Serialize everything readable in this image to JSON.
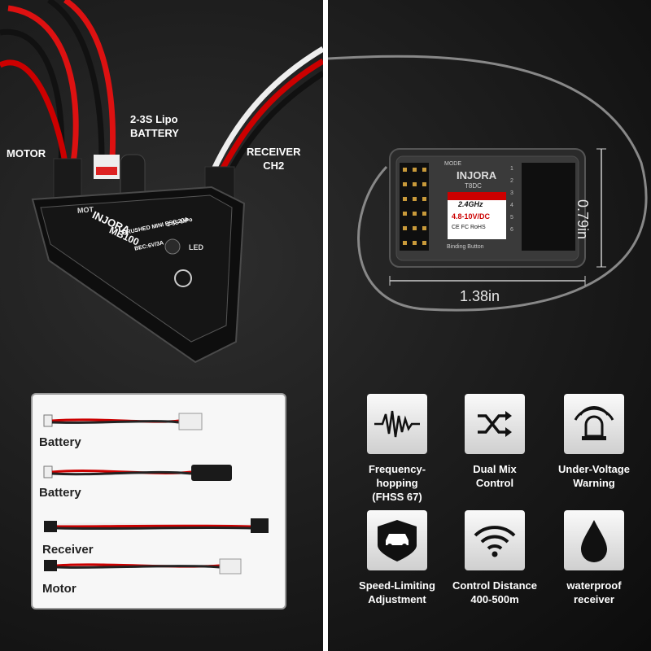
{
  "esc": {
    "motor_label": "MOTOR",
    "battery_label": "2-3S Lipo\nBATTERY",
    "receiver_label": "RECEIVER\nCH2",
    "brand": "INJORA",
    "model": "MB100",
    "desc": "BRUSHED MINI ESC 20A",
    "bec": "BEC:6V/3A",
    "lipo": "2-3S LiPo",
    "led": "LED",
    "mot": "MOT"
  },
  "receiver": {
    "brand": "INJORA",
    "model": "T8DC",
    "freq": "2.4GHz",
    "voltage": "4.8-10V/DC",
    "mode": "MODE",
    "binding": "Binding Button",
    "certs": "CE FC RoHS",
    "channels": [
      "1",
      "2",
      "3",
      "4",
      "5",
      "6"
    ],
    "height": "0.79in",
    "width": "1.38in"
  },
  "cables": [
    {
      "label": "Battery"
    },
    {
      "label": "Battery"
    },
    {
      "label": "Receiver"
    },
    {
      "label": "Motor"
    }
  ],
  "features": [
    {
      "label": "Frequency-hopping\n(FHSS 67)",
      "icon": "waveform-icon"
    },
    {
      "label": "Dual Mix\nControl",
      "icon": "shuffle-icon"
    },
    {
      "label": "Under-Voltage\nWarning",
      "icon": "alarm-bell-icon"
    },
    {
      "label": "Speed-Limiting\nAdjustment",
      "icon": "car-icon"
    },
    {
      "label": "Control Distance\n400-500m",
      "icon": "wifi-icon"
    },
    {
      "label": "waterproof\nreceiver",
      "icon": "water-drop-icon"
    }
  ]
}
